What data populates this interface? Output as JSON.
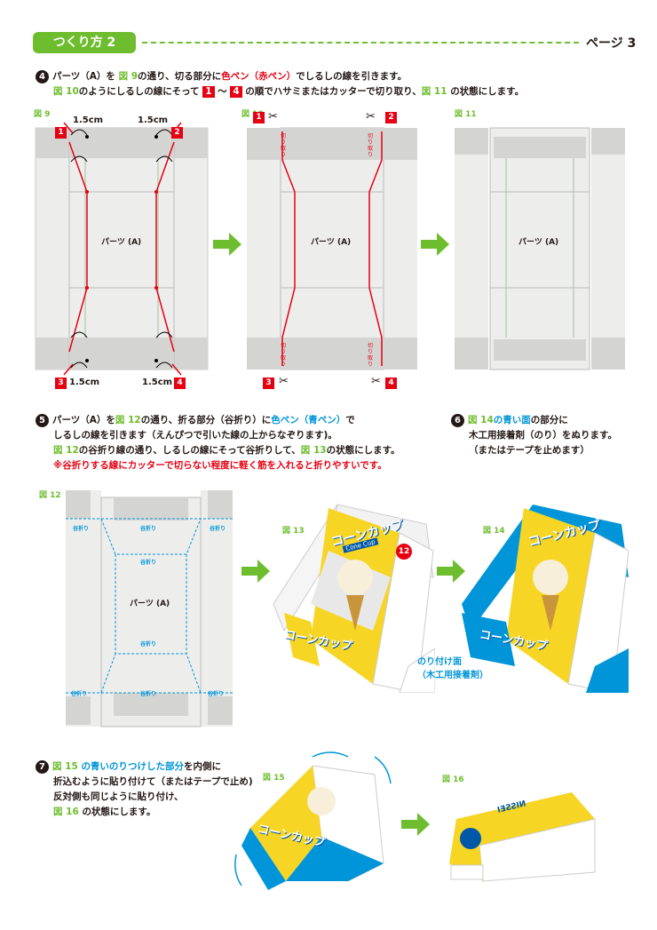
{
  "header": {
    "section_label": "つくり方 2",
    "page_label": "ページ 3"
  },
  "step4": {
    "num": "4",
    "line1_a": "パーツ（A）を",
    "line1_fig": "図 9",
    "line1_b": "の通り、切る部分に",
    "line1_red": "色ペン（赤ペン）",
    "line1_c": "でしるしの線を引きます。",
    "line2_fig": "図 10",
    "line2_a": "のようにしるしの線にそって",
    "line2_n1": "1",
    "line2_tilde": "〜",
    "line2_n2": "4",
    "line2_b": "の順でハサミまたはカッターで切り取り、",
    "line2_fig2": "図 11",
    "line2_c": "の状態にします。"
  },
  "fig9": {
    "label": "図 9",
    "meas": [
      "1.5cm",
      "1.5cm",
      "1.5cm",
      "1.5cm"
    ],
    "nums": [
      "1",
      "2",
      "3",
      "4"
    ],
    "part": "パーツ (A)"
  },
  "fig10": {
    "label": "図 10",
    "nums": [
      "1",
      "2",
      "3",
      "4"
    ],
    "cut": "切り取り",
    "part": "パーツ (A)"
  },
  "fig11": {
    "label": "図 11",
    "part": "パーツ (A)"
  },
  "step5": {
    "num": "5",
    "l1_a": "パーツ（A）を",
    "l1_fig": "図 12",
    "l1_b": "の通り、折る部分（谷折り）に",
    "l1_blue": "色ペン（青ペン）",
    "l1_c": "で",
    "l2": "しるしの線を引きます（えんぴつで引いた線の上からなぞります)。",
    "l3_fig": "図 12",
    "l3_a": "の谷折り線の通り、しるしの線にそって谷折りして、",
    "l3_fig2": "図 13",
    "l3_b": "の状態にします。",
    "l4": "※谷折りする線にカッターで切らない程度に軽く筋を入れると折りやすいです。"
  },
  "step6": {
    "num": "6",
    "l1_fig": "図 14",
    "l1_blue": "の青い面",
    "l1_a": "の部分に",
    "l2": "木工用接着剤（のり）をぬります。",
    "l3": "（またはテープを止めます）"
  },
  "fig12": {
    "label": "図 12",
    "tani": "谷折り",
    "part": "パーツ (A)"
  },
  "fig13": {
    "label": "図 13",
    "brand": "コーンカップ",
    "sub": "Cone Cup",
    "count": "12"
  },
  "fig14": {
    "label": "図 14",
    "glue1": "のり付け面",
    "glue2": "（木工用接着剤）"
  },
  "step7": {
    "num": "7",
    "l1_fig": "図 15",
    "l1_blue": "の青いのりつけした部分",
    "l1_a": "を内側に",
    "l2": "折込むように貼り付けて（またはテープで止め)",
    "l3": "反対側も同じように貼り付け、",
    "l4_fig": "図 16",
    "l4_a": "の状態にします。"
  },
  "fig15": {
    "label": "図 15"
  },
  "fig16": {
    "label": "図 16",
    "brand": "NISSEI"
  },
  "colors": {
    "green": "#6ebd2e",
    "red": "#e60012",
    "blue": "#0095d9",
    "gray": "#d4d4d2",
    "light": "#ededec"
  }
}
